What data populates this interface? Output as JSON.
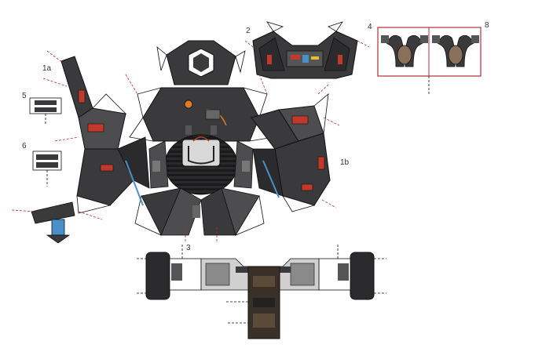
{
  "labels": {
    "part_1a": "1a",
    "part_1b": "1b",
    "part_2": "2",
    "part_3": "3",
    "part_4": "4",
    "part_5": "5",
    "part_6": "6",
    "part_8": "8"
  },
  "colors": {
    "panel_dark": "#3a3a3c",
    "panel_mid": "#4d4d50",
    "panel_light": "#6b6b6e",
    "outline": "#111111",
    "fold_line": "#cc2233",
    "accent_red": "#c0392b",
    "accent_blue": "#4a90c8",
    "accent_orange": "#e07a2a",
    "frame_red": "#b0303a",
    "bronze": "#8a6f5a"
  }
}
